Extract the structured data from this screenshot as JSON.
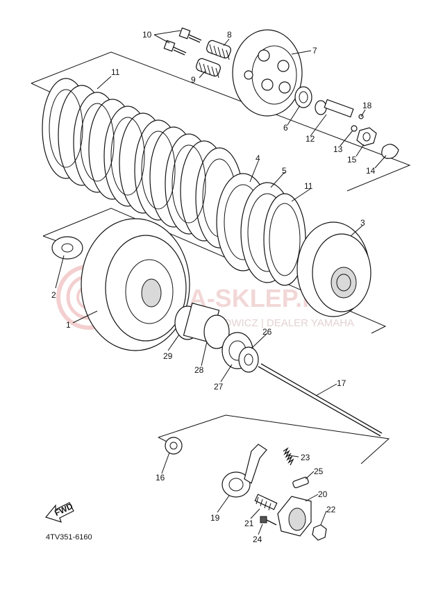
{
  "diagram_code": "4TV351-6160",
  "watermark": {
    "main": "YAMA-SKLEP.PL",
    "sub": "RNOWICZ | DEALER YAMAHA"
  },
  "fwd_label": "FWD",
  "labels": [
    {
      "id": "10",
      "text": "10"
    },
    {
      "id": "8",
      "text": "8"
    },
    {
      "id": "7",
      "text": "7"
    },
    {
      "id": "9",
      "text": "9"
    },
    {
      "id": "11a",
      "text": "11"
    },
    {
      "id": "18",
      "text": "18"
    },
    {
      "id": "6",
      "text": "6"
    },
    {
      "id": "12",
      "text": "12"
    },
    {
      "id": "13",
      "text": "13"
    },
    {
      "id": "15",
      "text": "15"
    },
    {
      "id": "14",
      "text": "14"
    },
    {
      "id": "4",
      "text": "4"
    },
    {
      "id": "5",
      "text": "5"
    },
    {
      "id": "11b",
      "text": "11"
    },
    {
      "id": "3",
      "text": "3"
    },
    {
      "id": "2",
      "text": "2"
    },
    {
      "id": "1",
      "text": "1"
    },
    {
      "id": "26",
      "text": "26"
    },
    {
      "id": "29",
      "text": "29"
    },
    {
      "id": "28",
      "text": "28"
    },
    {
      "id": "27",
      "text": "27"
    },
    {
      "id": "17",
      "text": "17"
    },
    {
      "id": "23",
      "text": "23"
    },
    {
      "id": "16",
      "text": "16"
    },
    {
      "id": "25",
      "text": "25"
    },
    {
      "id": "20",
      "text": "20"
    },
    {
      "id": "19",
      "text": "19"
    },
    {
      "id": "22",
      "text": "22"
    },
    {
      "id": "21",
      "text": "21"
    },
    {
      "id": "24",
      "text": "24"
    }
  ]
}
